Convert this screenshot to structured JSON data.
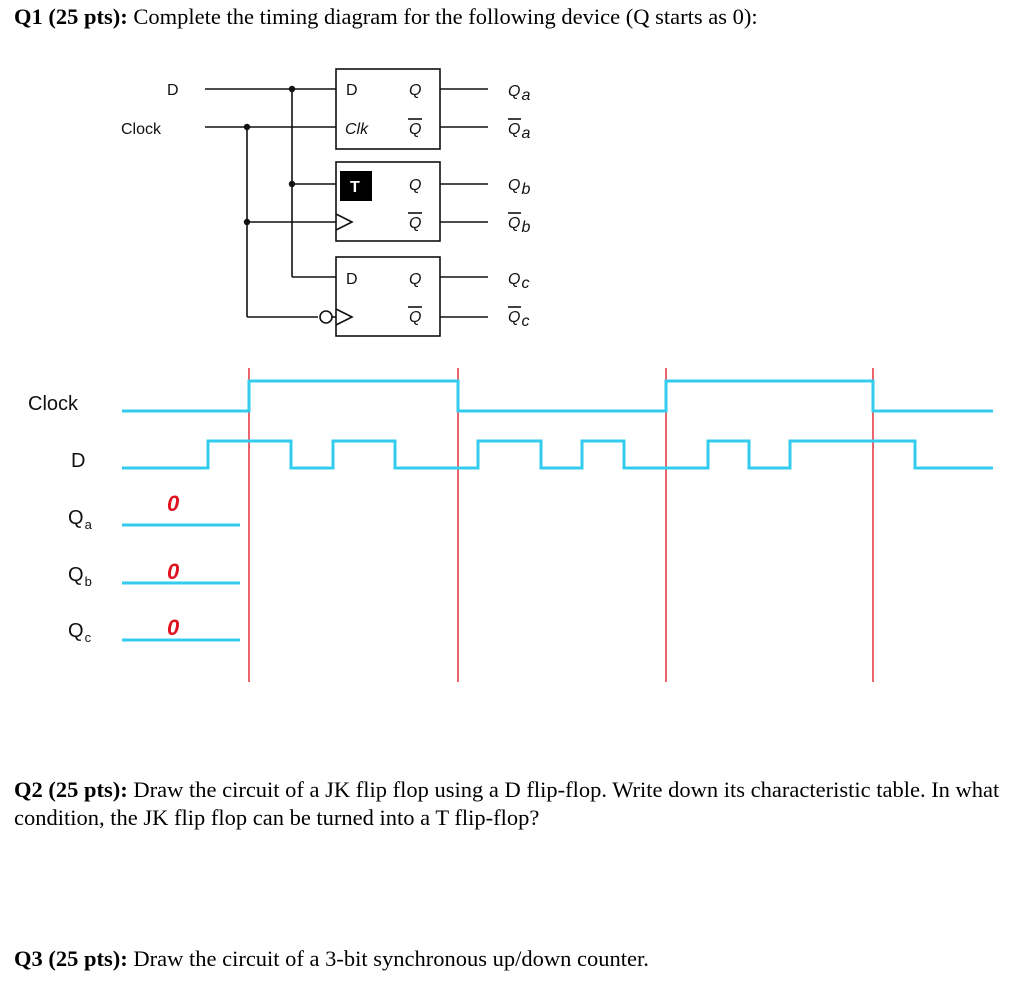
{
  "q1": {
    "label": "Q1 (25 pts):",
    "text": " Complete the timing diagram for the following device (Q starts as 0):"
  },
  "circuit": {
    "input_d": "D",
    "input_clock": "Clock",
    "ff_a": {
      "in": "D",
      "clk": "Clk",
      "q": "Q",
      "qbar": "Q"
    },
    "ff_b": {
      "in": "T",
      "q": "Q",
      "qbar": "Q"
    },
    "ff_c": {
      "in": "D",
      "q": "Q",
      "qbar": "Q"
    },
    "outputs": {
      "qa": "Q",
      "qa_sub": "a",
      "qa_bar": "Q",
      "qa_bar_sub": "a",
      "qb": "Q",
      "qb_sub": "b",
      "qb_bar": "Q",
      "qb_bar_sub": "b",
      "qc": "Q",
      "qc_sub": "c",
      "qc_bar": "Q",
      "qc_bar_sub": "c"
    }
  },
  "timing": {
    "labels": {
      "clock": "Clock",
      "d": "D",
      "qa": "Q",
      "qa_sub": "a",
      "qb": "Q",
      "qb_sub": "b",
      "qc": "Q",
      "qc_sub": "c"
    },
    "initial_values": {
      "qa": "0",
      "qb": "0",
      "qc": "0"
    },
    "colors": {
      "signal": "#33ccee",
      "edge_marker": "#e0121f",
      "handwriting": "#e0121f"
    }
  },
  "q2": {
    "label": "Q2 (25 pts):",
    "text": " Draw the circuit of a JK flip flop using a D flip-flop. Write down its characteristic table. In what condition, the JK flip flop can be turned into a T flip-flop?"
  },
  "q3": {
    "label": "Q3 (25 pts):",
    "text": " Draw the circuit of a 3-bit synchronous up/down counter."
  }
}
